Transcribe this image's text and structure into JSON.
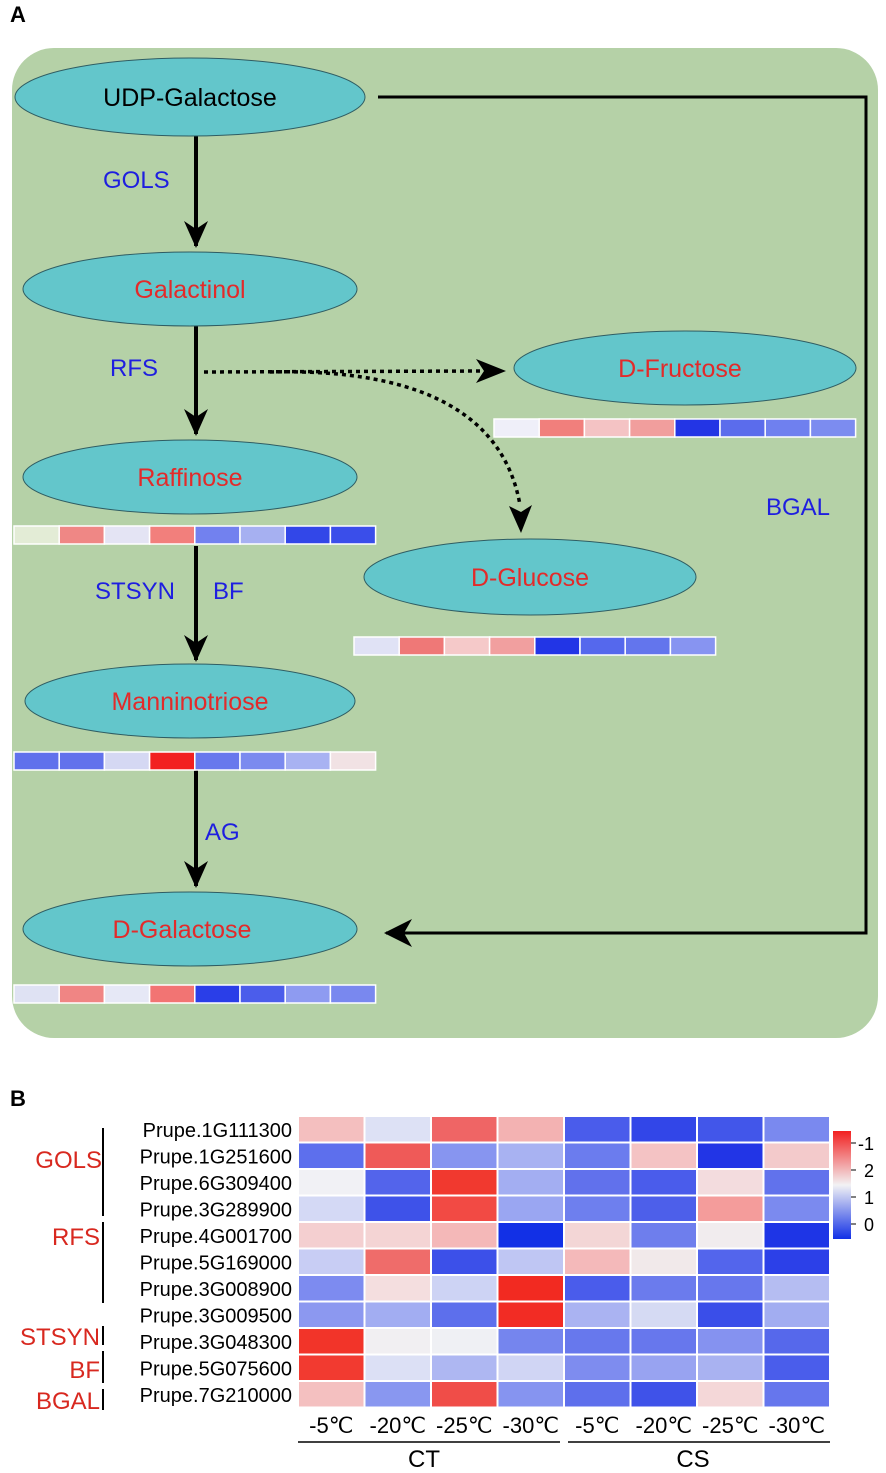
{
  "panel_a": {
    "label": "A",
    "nodes": {
      "udp_galactose": "UDP-Galactose",
      "galactinol": "Galactinol",
      "raffinose": "Raffinose",
      "d_fructose": "D-Fructose",
      "d_glucose": "D-Glucose",
      "manninotriose": "Manninotriose",
      "d_galactose": "D-Galactose"
    },
    "enzymes": {
      "gols": "GOLS",
      "rfs": "RFS",
      "stsyn": "STSYN",
      "bf": "BF",
      "ag": "AG",
      "bgal": "BGAL"
    },
    "strips": {
      "raffinose": [
        "#e3ecd6",
        "#ef8785",
        "#e4e4f4",
        "#f27f7c",
        "#7281ef",
        "#a6b0f1",
        "#3247e8",
        "#3a4eea"
      ],
      "d_fructose": [
        "#efeff9",
        "#f17f7c",
        "#f4c3c4",
        "#f19e9d",
        "#2335e5",
        "#5b6cec",
        "#6f80ef",
        "#7c8cf0"
      ],
      "d_glucose": [
        "#e0e2f5",
        "#ef7877",
        "#f5c9c9",
        "#f19f9f",
        "#2235e6",
        "#5568ed",
        "#6375ed",
        "#8794f1"
      ],
      "manninotriose": [
        "#6071ec",
        "#6272ec",
        "#d5d8f3",
        "#f22020",
        "#6878ed",
        "#7b8aef",
        "#a8b2f2",
        "#f1e2e4"
      ],
      "d_galactose": [
        "#dfe2f3",
        "#f08584",
        "#e6e8f6",
        "#f27473",
        "#2a3ee8",
        "#4b5deb",
        "#8e9bf1",
        "#7988ef"
      ]
    }
  },
  "panel_b": {
    "label": "B",
    "groups": [
      "GOLS",
      "RFS",
      "STSYN",
      "BF",
      "BGAL"
    ],
    "genes": [
      "Prupe.1G111300",
      "Prupe.1G251600",
      "Prupe.6G309400",
      "Prupe.3G289900",
      "Prupe.4G001700",
      "Prupe.5G169000",
      "Prupe.3G008900",
      "Prupe.3G009500",
      "Prupe.3G048300",
      "Prupe.5G075600",
      "Prupe.7G210000"
    ],
    "columns": [
      "-5℃",
      "-20℃",
      "-25℃",
      "-30℃",
      "-5℃",
      "-20℃",
      "-25℃",
      "-30℃"
    ],
    "conditions": [
      "CT",
      "CS"
    ],
    "legend_ticks": [
      "-1",
      "2",
      "1",
      "0"
    ],
    "cell_colors": [
      [
        "#f4bfbf",
        "#dde1f5",
        "#ef6565",
        "#f3b2b2",
        "#4a5ceb",
        "#3246e8",
        "#4256ea",
        "#7a89ef"
      ],
      [
        "#5d6fed",
        "#ef5a58",
        "#8795f0",
        "#a8b2f2",
        "#6b7cee",
        "#f4c3c4",
        "#2235e6",
        "#f3cacb"
      ],
      [
        "#f1f1f5",
        "#5364eb",
        "#f1392f",
        "#a3aef2",
        "#6171ec",
        "#4a5ceb",
        "#f3dcde",
        "#6172ec"
      ],
      [
        "#d4d9f5",
        "#3e52e9",
        "#f24a44",
        "#9aa6f2",
        "#6e7fee",
        "#4d5fea",
        "#f49c9b",
        "#7b8aef"
      ],
      [
        "#f4cfd0",
        "#f4d4d4",
        "#f4b8b8",
        "#1230e6",
        "#f3d6d6",
        "#6e7eed",
        "#f1ecee",
        "#1e35e6"
      ],
      [
        "#c8cdf4",
        "#ef6c6a",
        "#3c50e9",
        "#bfc6f3",
        "#f4b9ba",
        "#f1e9ea",
        "#5365ec",
        "#2c40e8"
      ],
      [
        "#7d8bf0",
        "#f4dedf",
        "#cdd3f4",
        "#f22a21",
        "#4a5ceb",
        "#6b7bed",
        "#6777ed",
        "#b5bdf2"
      ],
      [
        "#8c98f0",
        "#a2adf2",
        "#5d6fec",
        "#f22c24",
        "#aab3f2",
        "#d5daf3",
        "#3a4ee9",
        "#a2adf1"
      ],
      [
        "#f23429",
        "#f1eff2",
        "#eff0f4",
        "#7585ee",
        "#6778ed",
        "#6777ed",
        "#8592f0",
        "#5668eb"
      ],
      [
        "#f23a30",
        "#dce0f5",
        "#aeb7f2",
        "#d0d5f4",
        "#7e8cef",
        "#98a3f1",
        "#a9b2f1",
        "#4a5deb"
      ],
      [
        "#f4c0c0",
        "#8997f0",
        "#f04d48",
        "#8694f0",
        "#5e6fec",
        "#3f52e9",
        "#f4d7d8",
        "#6676ed"
      ]
    ]
  }
}
